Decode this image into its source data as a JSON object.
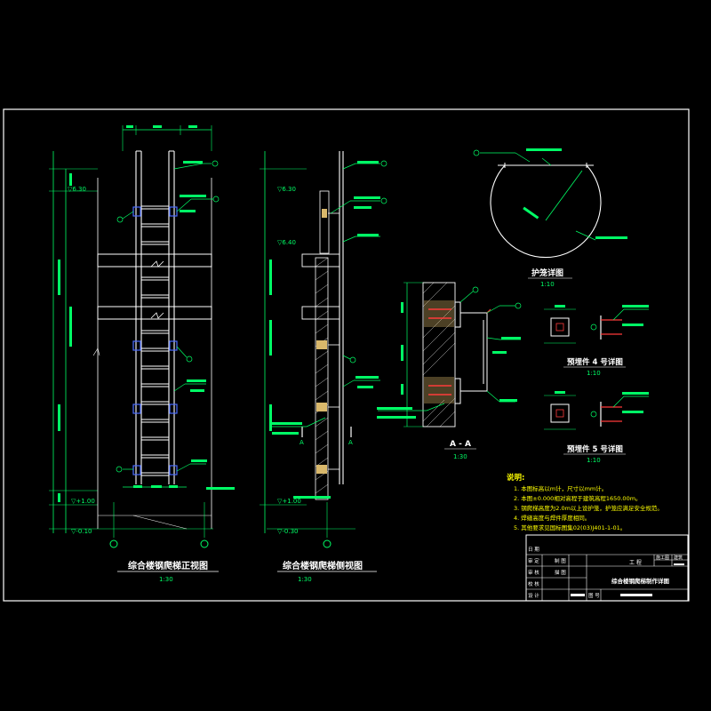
{
  "colors": {
    "background": "#000000",
    "frame": "#ffffff",
    "structure": "#ffffff",
    "dimension": "#00ff66",
    "callout": "#00ff66",
    "note": "#ffff00",
    "hatch": "#ffffff",
    "rebar": "#ff3b3b",
    "concrete": "#d9b86b",
    "embed": "#4a6cff",
    "cyan": "#00ffff"
  },
  "views": {
    "front_title": "综合楼钢爬梯正视图",
    "front_scale": "1:30",
    "side_title": "综合楼钢爬梯侧视图",
    "side_scale": "1:30",
    "cage_title": "护笼详图",
    "cage_scale": "1:10",
    "section_title": "A - A",
    "section_scale": "1:30",
    "embed4_title": "预埋件 4 号详图",
    "embed4_scale": "1:10",
    "embed5_title": "预埋件 5 号详图",
    "embed5_scale": "1:10"
  },
  "section_marks": [
    "A",
    "A"
  ],
  "elevations": [
    "▽6.30",
    "▽6.40",
    "▽+1.00",
    "▽-0.10",
    "▽+1.00",
    "▽-0.30"
  ],
  "notes": {
    "heading": "说明:",
    "lines": [
      "1. 本图标高以m计，尺寸以mm计。",
      "2. 本图±0.000相对高程于建筑高程1650.00m。",
      "3. 钢爬梯高度为2.0m以上设护笼，护笼应满足安全规范。",
      "4. 焊缝高度与焊件厚度相同。",
      "5. 其他要求见国标图集02(03)J401-1-01。"
    ]
  },
  "title_block": {
    "project_label": "工 程",
    "drawing_name": "综合楼钢爬梯制作详图",
    "rows": [
      "审 定",
      "审 核",
      "校 核",
      "设 计",
      "制 图",
      "描 图"
    ],
    "phase": "施工图",
    "part": "建筑",
    "drawing_no_label": "图 号",
    "date_label": "日 期"
  }
}
